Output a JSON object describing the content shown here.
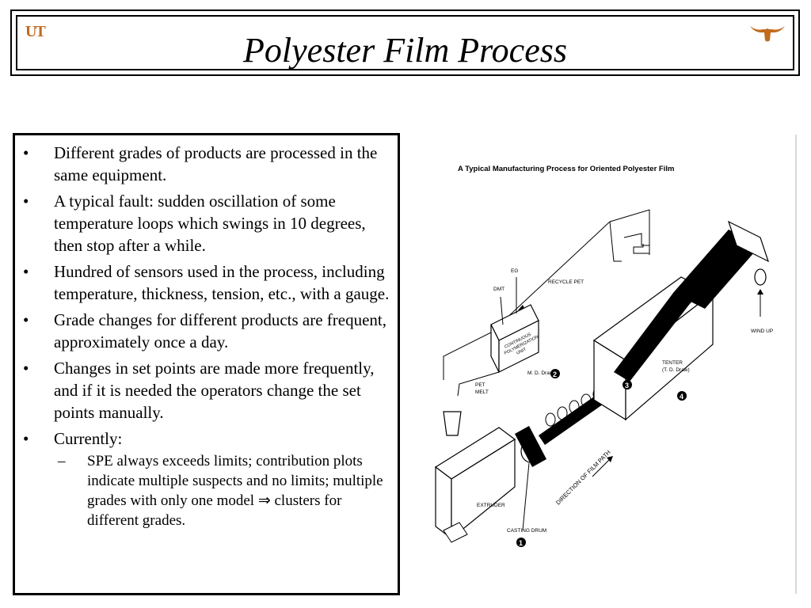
{
  "slide": {
    "title": "Polyester Film Process",
    "logo_left_text": "UT"
  },
  "bullets": [
    "Different grades of products are processed in the same equipment.",
    "A typical fault: sudden oscillation of some temperature loops which swings in 10 degrees, then stop after a while.",
    "Hundred of sensors used in the process, including temperature, thickness, tension, etc., with a gauge.",
    "Grade changes for different products are frequent, approximately once a day.",
    "Changes in set points are made more frequently, and if it is needed the operators change the set points manually.",
    "Currently:"
  ],
  "sub_bullets": [
    "SPE always exceeds limits; contribution plots indicate multiple suspects and no limits; multiple grades with only one model ⇒ clusters for different grades."
  ],
  "bullet_symbol": "•",
  "sub_bullet_symbol": "–",
  "diagram": {
    "title": "A Typical Manufacturing Process for Oriented Polyester Film",
    "labels": {
      "dmt": "DMT",
      "eg": "EG",
      "recycle": "RECYCLE PET",
      "continuous_unit_1": "CONTINUOUS",
      "continuous_unit_2": "POLYMERIZATION",
      "continuous_unit_3": "UNIT",
      "pet_melt_1": "PET",
      "pet_melt_2": "MELT",
      "md_draw": "M. D. Draw",
      "tenter_1": "TENTER",
      "tenter_2": "(T. D. Draw)",
      "wind_up": "WIND UP",
      "extruder": "EXTRUDER",
      "casting_drum": "CASTING DRUM",
      "direction": "DIRECTION OF FILM PATH",
      "n1": "1",
      "n2": "2",
      "n3": "3",
      "n4": "4"
    }
  }
}
